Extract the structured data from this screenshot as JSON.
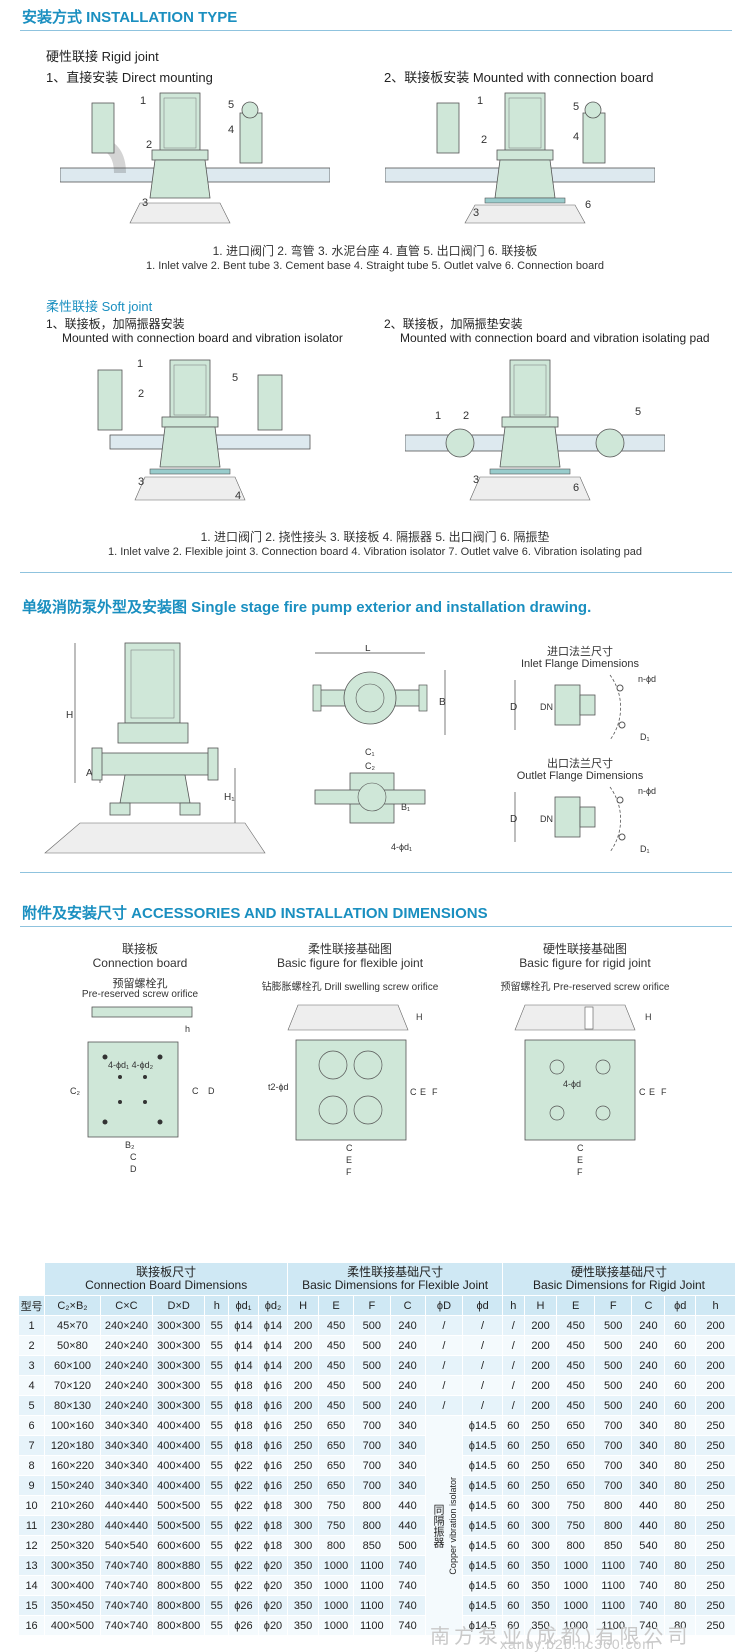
{
  "sec1": {
    "title": "安装方式  INSTALLATION TYPE",
    "rigid_heading": "硬性联接   Rigid joint",
    "rigid_item1": "1、直接安装  Direct mounting",
    "rigid_item2": "2、联接板安装  Mounted with connection board",
    "rigid_legend_cn": "1. 进口阀门    2. 弯管    3. 水泥台座    4. 直管    5. 出口阀门    6. 联接板",
    "rigid_legend_en": "1. Inlet valve   2. Bent tube   3. Cement base   4. Straight tube   5. Outlet valve   6. Connection board",
    "soft_heading": "柔性联接  Soft joint",
    "soft_item1_cn": "1、联接板，加隔振器安装",
    "soft_item1_en": "Mounted with connection board and vibration isolator",
    "soft_item2_cn": "2、联接板，加隔振垫安装",
    "soft_item2_en": "Mounted with connection board and vibration isolating pad",
    "soft_legend_cn": "1. 进口阀门    2. 挠性接头    3. 联接板    4. 隔振器    5. 出口阀门    6. 隔振垫",
    "soft_legend_en": "1. Inlet valve   2. Flexible joint   3. Connection board   4. Vibration isolator   7. Outlet valve   6. Vibration isolating pad"
  },
  "sec2": {
    "title": "单级消防泵外型及安装图 Single stage fire pump exterior and installation drawing.",
    "inlet_cn": "进口法兰尺寸",
    "inlet_en": "Inlet Flange Dimensions",
    "outlet_cn": "出口法兰尺寸",
    "outlet_en": "Outlet Flange Dimensions"
  },
  "sec3": {
    "title": "附件及安装尺寸  ACCESSORIES AND INSTALLATION DIMENSIONS",
    "board_cn": "联接板",
    "board_en": "Connection board",
    "board_hole_cn": "预留螺栓孔",
    "board_hole_en": "Pre-reserved screw orifice",
    "flex_cn": "柔性联接基础图",
    "flex_en": "Basic figure for flexible joint",
    "flex_hole": "钻膨胀螺栓孔  Drill swelling screw orifice",
    "rigid_cn": "硬性联接基础图",
    "rigid_en": "Basic figure for rigid joint",
    "rigid_hole": "预留螺栓孔  Pre-reserved screw orifice"
  },
  "table": {
    "group1": "联接板尺寸\nConnection Board Dimensions",
    "group2": "柔性联接基础尺寸\nBasic Dimensions for Flexible Joint",
    "group3": "硬性联接基础尺寸\nBasic Dimensions for Rigid Joint",
    "iso_cn": "同隔振器",
    "iso_en": "Copper vibration isolator",
    "headers": [
      "型号",
      "C₂×B₂",
      "C×C",
      "D×D",
      "h",
      "ϕd₁",
      "ϕd₂",
      "H",
      "E",
      "F",
      "C",
      "ϕD",
      "ϕd",
      "h",
      "H",
      "E",
      "F",
      "C",
      "ϕd",
      "h"
    ],
    "rows": [
      [
        "1",
        "45×70",
        "240×240",
        "300×300",
        "55",
        "ϕ14",
        "ϕ14",
        "200",
        "450",
        "500",
        "240",
        "/",
        "/",
        "/",
        "200",
        "450",
        "500",
        "240",
        "60",
        "200"
      ],
      [
        "2",
        "50×80",
        "240×240",
        "300×300",
        "55",
        "ϕ14",
        "ϕ14",
        "200",
        "450",
        "500",
        "240",
        "/",
        "/",
        "/",
        "200",
        "450",
        "500",
        "240",
        "60",
        "200"
      ],
      [
        "3",
        "60×100",
        "240×240",
        "300×300",
        "55",
        "ϕ14",
        "ϕ14",
        "200",
        "450",
        "500",
        "240",
        "/",
        "/",
        "/",
        "200",
        "450",
        "500",
        "240",
        "60",
        "200"
      ],
      [
        "4",
        "70×120",
        "240×240",
        "300×300",
        "55",
        "ϕ18",
        "ϕ16",
        "200",
        "450",
        "500",
        "240",
        "/",
        "/",
        "/",
        "200",
        "450",
        "500",
        "240",
        "60",
        "200"
      ],
      [
        "5",
        "80×130",
        "240×240",
        "300×300",
        "55",
        "ϕ18",
        "ϕ16",
        "200",
        "450",
        "500",
        "240",
        "/",
        "/",
        "/",
        "200",
        "450",
        "500",
        "240",
        "60",
        "200"
      ],
      [
        "6",
        "100×160",
        "340×340",
        "400×400",
        "55",
        "ϕ18",
        "ϕ16",
        "250",
        "650",
        "700",
        "340",
        "",
        "ϕ14.5",
        "60",
        "250",
        "650",
        "700",
        "340",
        "80",
        "250"
      ],
      [
        "7",
        "120×180",
        "340×340",
        "400×400",
        "55",
        "ϕ18",
        "ϕ16",
        "250",
        "650",
        "700",
        "340",
        "",
        "ϕ14.5",
        "60",
        "250",
        "650",
        "700",
        "340",
        "80",
        "250"
      ],
      [
        "8",
        "160×220",
        "340×340",
        "400×400",
        "55",
        "ϕ22",
        "ϕ16",
        "250",
        "650",
        "700",
        "340",
        "",
        "ϕ14.5",
        "60",
        "250",
        "650",
        "700",
        "340",
        "80",
        "250"
      ],
      [
        "9",
        "150×240",
        "340×340",
        "400×400",
        "55",
        "ϕ22",
        "ϕ16",
        "250",
        "650",
        "700",
        "340",
        "",
        "ϕ14.5",
        "60",
        "250",
        "650",
        "700",
        "340",
        "80",
        "250"
      ],
      [
        "10",
        "210×260",
        "440×440",
        "500×500",
        "55",
        "ϕ22",
        "ϕ18",
        "300",
        "750",
        "800",
        "440",
        "",
        "ϕ14.5",
        "60",
        "300",
        "750",
        "800",
        "440",
        "80",
        "250"
      ],
      [
        "11",
        "230×280",
        "440×440",
        "500×500",
        "55",
        "ϕ22",
        "ϕ18",
        "300",
        "750",
        "800",
        "440",
        "",
        "ϕ14.5",
        "60",
        "300",
        "750",
        "800",
        "440",
        "80",
        "250"
      ],
      [
        "12",
        "250×320",
        "540×540",
        "600×600",
        "55",
        "ϕ22",
        "ϕ18",
        "300",
        "800",
        "850",
        "500",
        "",
        "ϕ14.5",
        "60",
        "300",
        "800",
        "850",
        "540",
        "80",
        "250"
      ],
      [
        "13",
        "300×350",
        "740×740",
        "800×880",
        "55",
        "ϕ22",
        "ϕ20",
        "350",
        "1000",
        "1100",
        "740",
        "",
        "ϕ14.5",
        "60",
        "350",
        "1000",
        "1100",
        "740",
        "80",
        "250"
      ],
      [
        "14",
        "300×400",
        "740×740",
        "800×800",
        "55",
        "ϕ22",
        "ϕ20",
        "350",
        "1000",
        "1100",
        "740",
        "",
        "ϕ14.5",
        "60",
        "350",
        "1000",
        "1100",
        "740",
        "80",
        "250"
      ],
      [
        "15",
        "350×450",
        "740×740",
        "800×800",
        "55",
        "ϕ26",
        "ϕ20",
        "350",
        "1000",
        "1100",
        "740",
        "",
        "ϕ14.5",
        "60",
        "350",
        "1000",
        "1100",
        "740",
        "80",
        "250"
      ],
      [
        "16",
        "400×500",
        "740×740",
        "800×800",
        "55",
        "ϕ26",
        "ϕ20",
        "350",
        "1000",
        "1100",
        "740",
        "",
        "ϕ14.5",
        "60",
        "350",
        "1000",
        "1100",
        "740",
        "80",
        "250"
      ]
    ]
  },
  "watermark": {
    "cn": "南方泵业(成都)有限公司",
    "url": "xanby.b2b.hc360.com"
  },
  "colors": {
    "accent": "#1a8fc0",
    "pump_green": "#cfe7d8",
    "table_head": "#cfe8f4"
  }
}
